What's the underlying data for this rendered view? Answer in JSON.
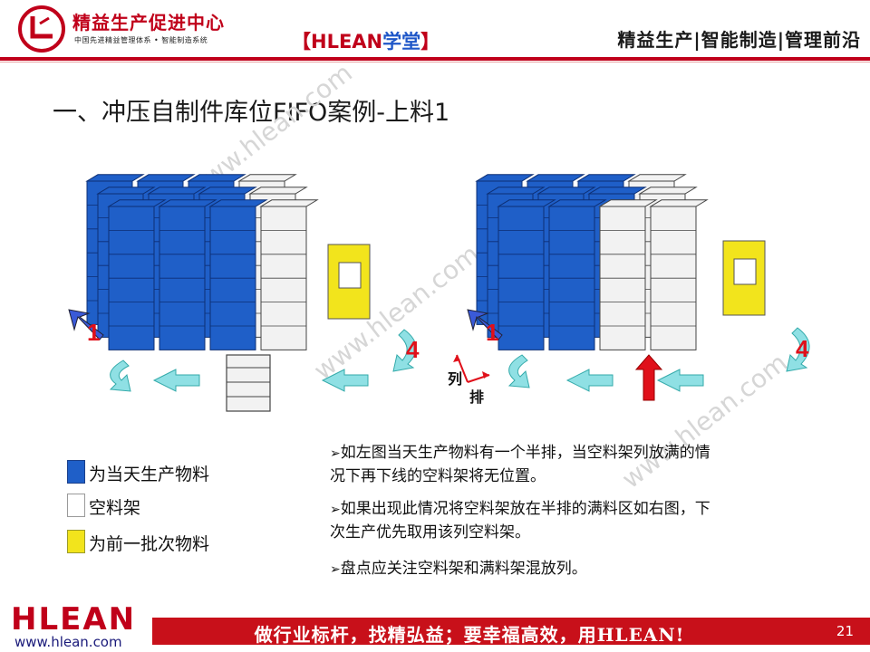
{
  "header": {
    "org_name": "精益生产促进中心",
    "org_subtitle": "中国先进精益管理体系 • 智能制造系统",
    "center_prefix": "【",
    "center_brand": "HLEAN",
    "center_xt": "学堂",
    "center_suffix": "】",
    "right_tagline": "精益生产|智能制造|管理前沿"
  },
  "title": "一、冲压自制件库位FIFO案例-上料1",
  "watermark": "www.hlean.com",
  "colors": {
    "accent": "#c0001a",
    "rack_blue": "#1f5fc8",
    "rack_empty": "#f2f2f2",
    "rack_yellow": "#f2e41c",
    "arrow_cyan": "#8fe0e4",
    "arrow_red": "#e0101a"
  },
  "diagram_left": {
    "label_1": "1",
    "label_4": "4"
  },
  "diagram_right": {
    "label_1": "1",
    "label_4": "4",
    "axis_col": "列",
    "axis_row": "排"
  },
  "legend": [
    {
      "label": "为当天生产物料",
      "color": "#1f5fc8"
    },
    {
      "label": "空料架",
      "color": "#ffffff"
    },
    {
      "label": "为前一批次物料",
      "color": "#f2e41c"
    }
  ],
  "bullets": [
    {
      "lines": [
        "如左图当天生产物料有一个半排，当空料架列放满的情",
        "况下再下线的空料架将无位置。"
      ]
    },
    {
      "lines": [
        "如果出现此情况将空料架放在半排的满料区如右图，下",
        "次生产优先取用该列空料架。"
      ]
    },
    {
      "lines": [
        "盘点应关注空料架和满料架混放列。"
      ]
    }
  ],
  "bullet_marker": "➢",
  "footer": {
    "logo": "HLEAN",
    "url": "www.hlean.com",
    "slogan": "做行业标杆，找精弘益；要幸福高效，用HLEAN!",
    "page_number": "21"
  }
}
